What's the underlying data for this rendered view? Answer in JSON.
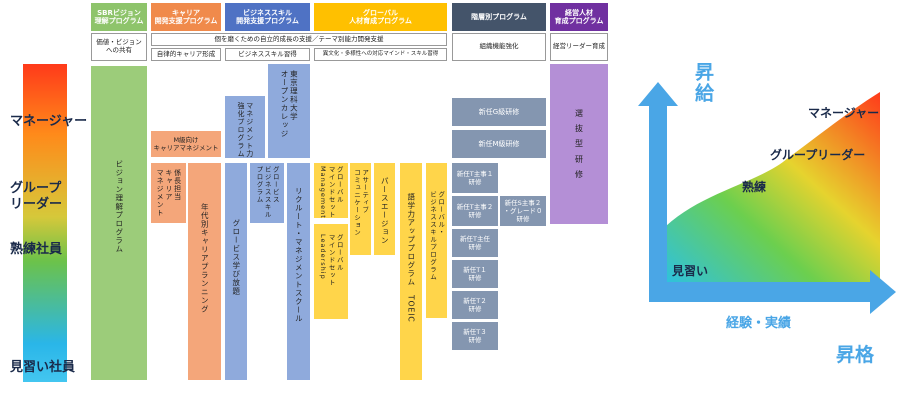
{
  "colors": {
    "green": "#9ccc7a",
    "orange": "#f4a67a",
    "blue": "#8faadc",
    "yellow": "#ffd54a",
    "slate": "#8496b0",
    "purple": "#b48fd6",
    "hdr_green": "#8ec46b",
    "hdr_orange": "#f08a4b",
    "hdr_blue": "#4f72c4",
    "hdr_yellow": "#ffc000",
    "hdr_slate": "#44546a",
    "hdr_purple": "#7030a0"
  },
  "levels": {
    "manager": "マネージャー",
    "group_leader": "グループ\nリーダー",
    "skilled": "熟練社員",
    "apprentice": "見習い社員"
  },
  "headers": {
    "sbr": "SBRビジョン\n理解プログラム",
    "career": "キャリア\n開発支援プログラム",
    "business": "ビジネススキル\n開発支援プログラム",
    "global": "グローバル\n人材育成プログラム",
    "rank": "階層別プログラム",
    "mgmt": "経営人材\n育成プログラム"
  },
  "subheaders": {
    "sbr": "価値・ビジョン\nへの共有",
    "main": "個を磨くための自立的成長の支援／テーマ別能力開発支援",
    "rank": "組織機能強化",
    "mgmt": "経営リーダー育成",
    "career": "自律的キャリア形成",
    "business": "ビジネススキル習得",
    "global": "異文化・多様性への対応マインド・スキル習得"
  },
  "programs": {
    "vision": "ビジョン理解プログラム",
    "m_career": "M級向け\nキャリアマネジメント",
    "kachou": "係長担当\nキャリア\nマネジメント",
    "nendai": "年代別キャリアプランニング",
    "mgmt_power": "マネジメント力\n強化プログラム",
    "globis_free": "グロービス学び放題",
    "tokyo_rika": "東京理科大学\nオープンカレッジ",
    "globis_biz": "グロービス\nビジネススキル\nプログラム",
    "recruit": "リクルート・マネジメントスクール",
    "gm_mgmt": "グローバル\nマインドセット\nManagement",
    "gm_lead": "グローバル\nマインドセット\nLeadership",
    "assertive": "アサーティブ\nコミュニケーション",
    "persuasion": "パースエージョン",
    "gogaku": "語学力アッププログラム　TOEIC",
    "global_biz": "グローバル・\nビジネススキルプログラム",
    "new_g": "新任G級研修",
    "new_m": "新任M級研修",
    "t1": "新任T主事１\n研修",
    "t2": "新任T主事２\n研修",
    "s2": "新任S主事２\n・グレード０\n研修",
    "tshunin": "新任T主任\n研修",
    "tt1": "新任T１\n研修",
    "tt2": "新任T２\n研修",
    "tt3": "新任T３\n研修",
    "senbatsu": "選\n抜\n型\n研\n修"
  },
  "growth_chart": {
    "y_axis": "昇給",
    "x_axis": "昇格",
    "x_caption": "経験・実績",
    "stages": [
      "見習い",
      "熟練",
      "グループリーダー",
      "マネージャー"
    ]
  }
}
